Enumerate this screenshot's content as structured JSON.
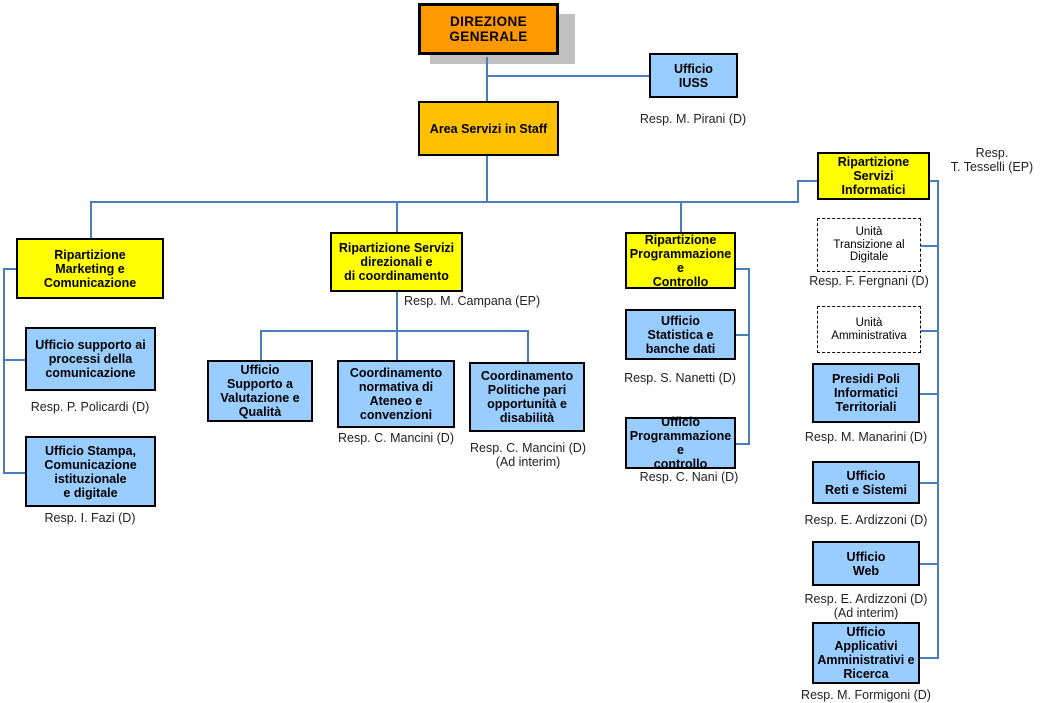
{
  "meta": {
    "title": "Organigramma Direzione Generale",
    "colors": {
      "orange": "#FF9900",
      "amber": "#FFC000",
      "yellow": "#FFFF00",
      "blue": "#99CCFF",
      "white": "#FFFFFF",
      "line": "#4A7EBB",
      "border": "#000000",
      "shadow": "#C0C0C0"
    }
  },
  "nodes": {
    "direzione_generale": {
      "label": "DIREZIONE\nGENERALE"
    },
    "area_servizi_staff": {
      "label": "Area Servizi in Staff"
    },
    "ufficio_iuss": {
      "label": "Ufficio\nIUSS"
    },
    "rip_marketing": {
      "label": "Ripartizione\nMarketing e\nComunicazione"
    },
    "uff_supporto_processi": {
      "label": "Ufficio supporto ai\nprocessi della\ncomunicazione"
    },
    "uff_stampa": {
      "label": "Ufficio Stampa,\nComunicazione\nistituzionale\ne digitale"
    },
    "rip_servizi_direzionali": {
      "label": "Ripartizione Servizi\ndirezionali e\ndi coordinamento"
    },
    "uff_supporto_valutazione": {
      "label": "Ufficio\nSupporto a\nValutazione e\nQualità"
    },
    "coord_normativa": {
      "label": "Coordinamento\nnormativa di\nAteneo e\nconvenzioni"
    },
    "coord_politiche_pari": {
      "label": "Coordinamento\nPolitiche pari\nopportunità e\ndisabilità"
    },
    "rip_programmazione": {
      "label": "Ripartizione\nProgrammazione e\nControllo"
    },
    "uff_statistica": {
      "label": "Ufficio\nStatistica e\nbanche dati"
    },
    "uff_programmazione_controllo": {
      "label": "Ufficio\nProgrammazione e\ncontrollo"
    },
    "rip_servizi_informatici": {
      "label": "Ripartizione\nServizi Informatici"
    },
    "unita_transizione": {
      "label": "Unità\nTransizione al\nDigitale"
    },
    "unita_amministrativa": {
      "label": "Unità\nAmministrativa"
    },
    "presidi_poli": {
      "label": "Presidi Poli\nInformatici\nTerritoriali"
    },
    "uff_reti_sistemi": {
      "label": "Ufficio\nReti e Sistemi"
    },
    "uff_web": {
      "label": "Ufficio\nWeb"
    },
    "uff_applicativi": {
      "label": "Ufficio\nApplicativi\nAmministrativi e\nRicerca"
    }
  },
  "captions": {
    "iuss": "Resp. M. Pirani (D)",
    "policardi": "Resp. P. Policardi (D)",
    "fazi": "Resp. I. Fazi (D)",
    "campana": "Resp. M. Campana (EP)",
    "mancini_normativa": "Resp. C. Mancini (D)",
    "mancini_pari": "Resp. C. Mancini (D)\n(Ad interim)",
    "nanetti": "Resp. S. Nanetti (D)",
    "nani": "Resp. C. Nani (D)",
    "tesselli": "Resp.\nT. Tesselli (EP)",
    "fergnani": "Resp. F. Fergnani (D)",
    "manarini": "Resp. M. Manarini (D)",
    "ardizzoni_reti": "Resp. E. Ardizzoni (D)",
    "ardizzoni_web": "Resp. E. Ardizzoni (D)\n(Ad interim)",
    "formigoni": "Resp. M. Formigoni (D)"
  }
}
